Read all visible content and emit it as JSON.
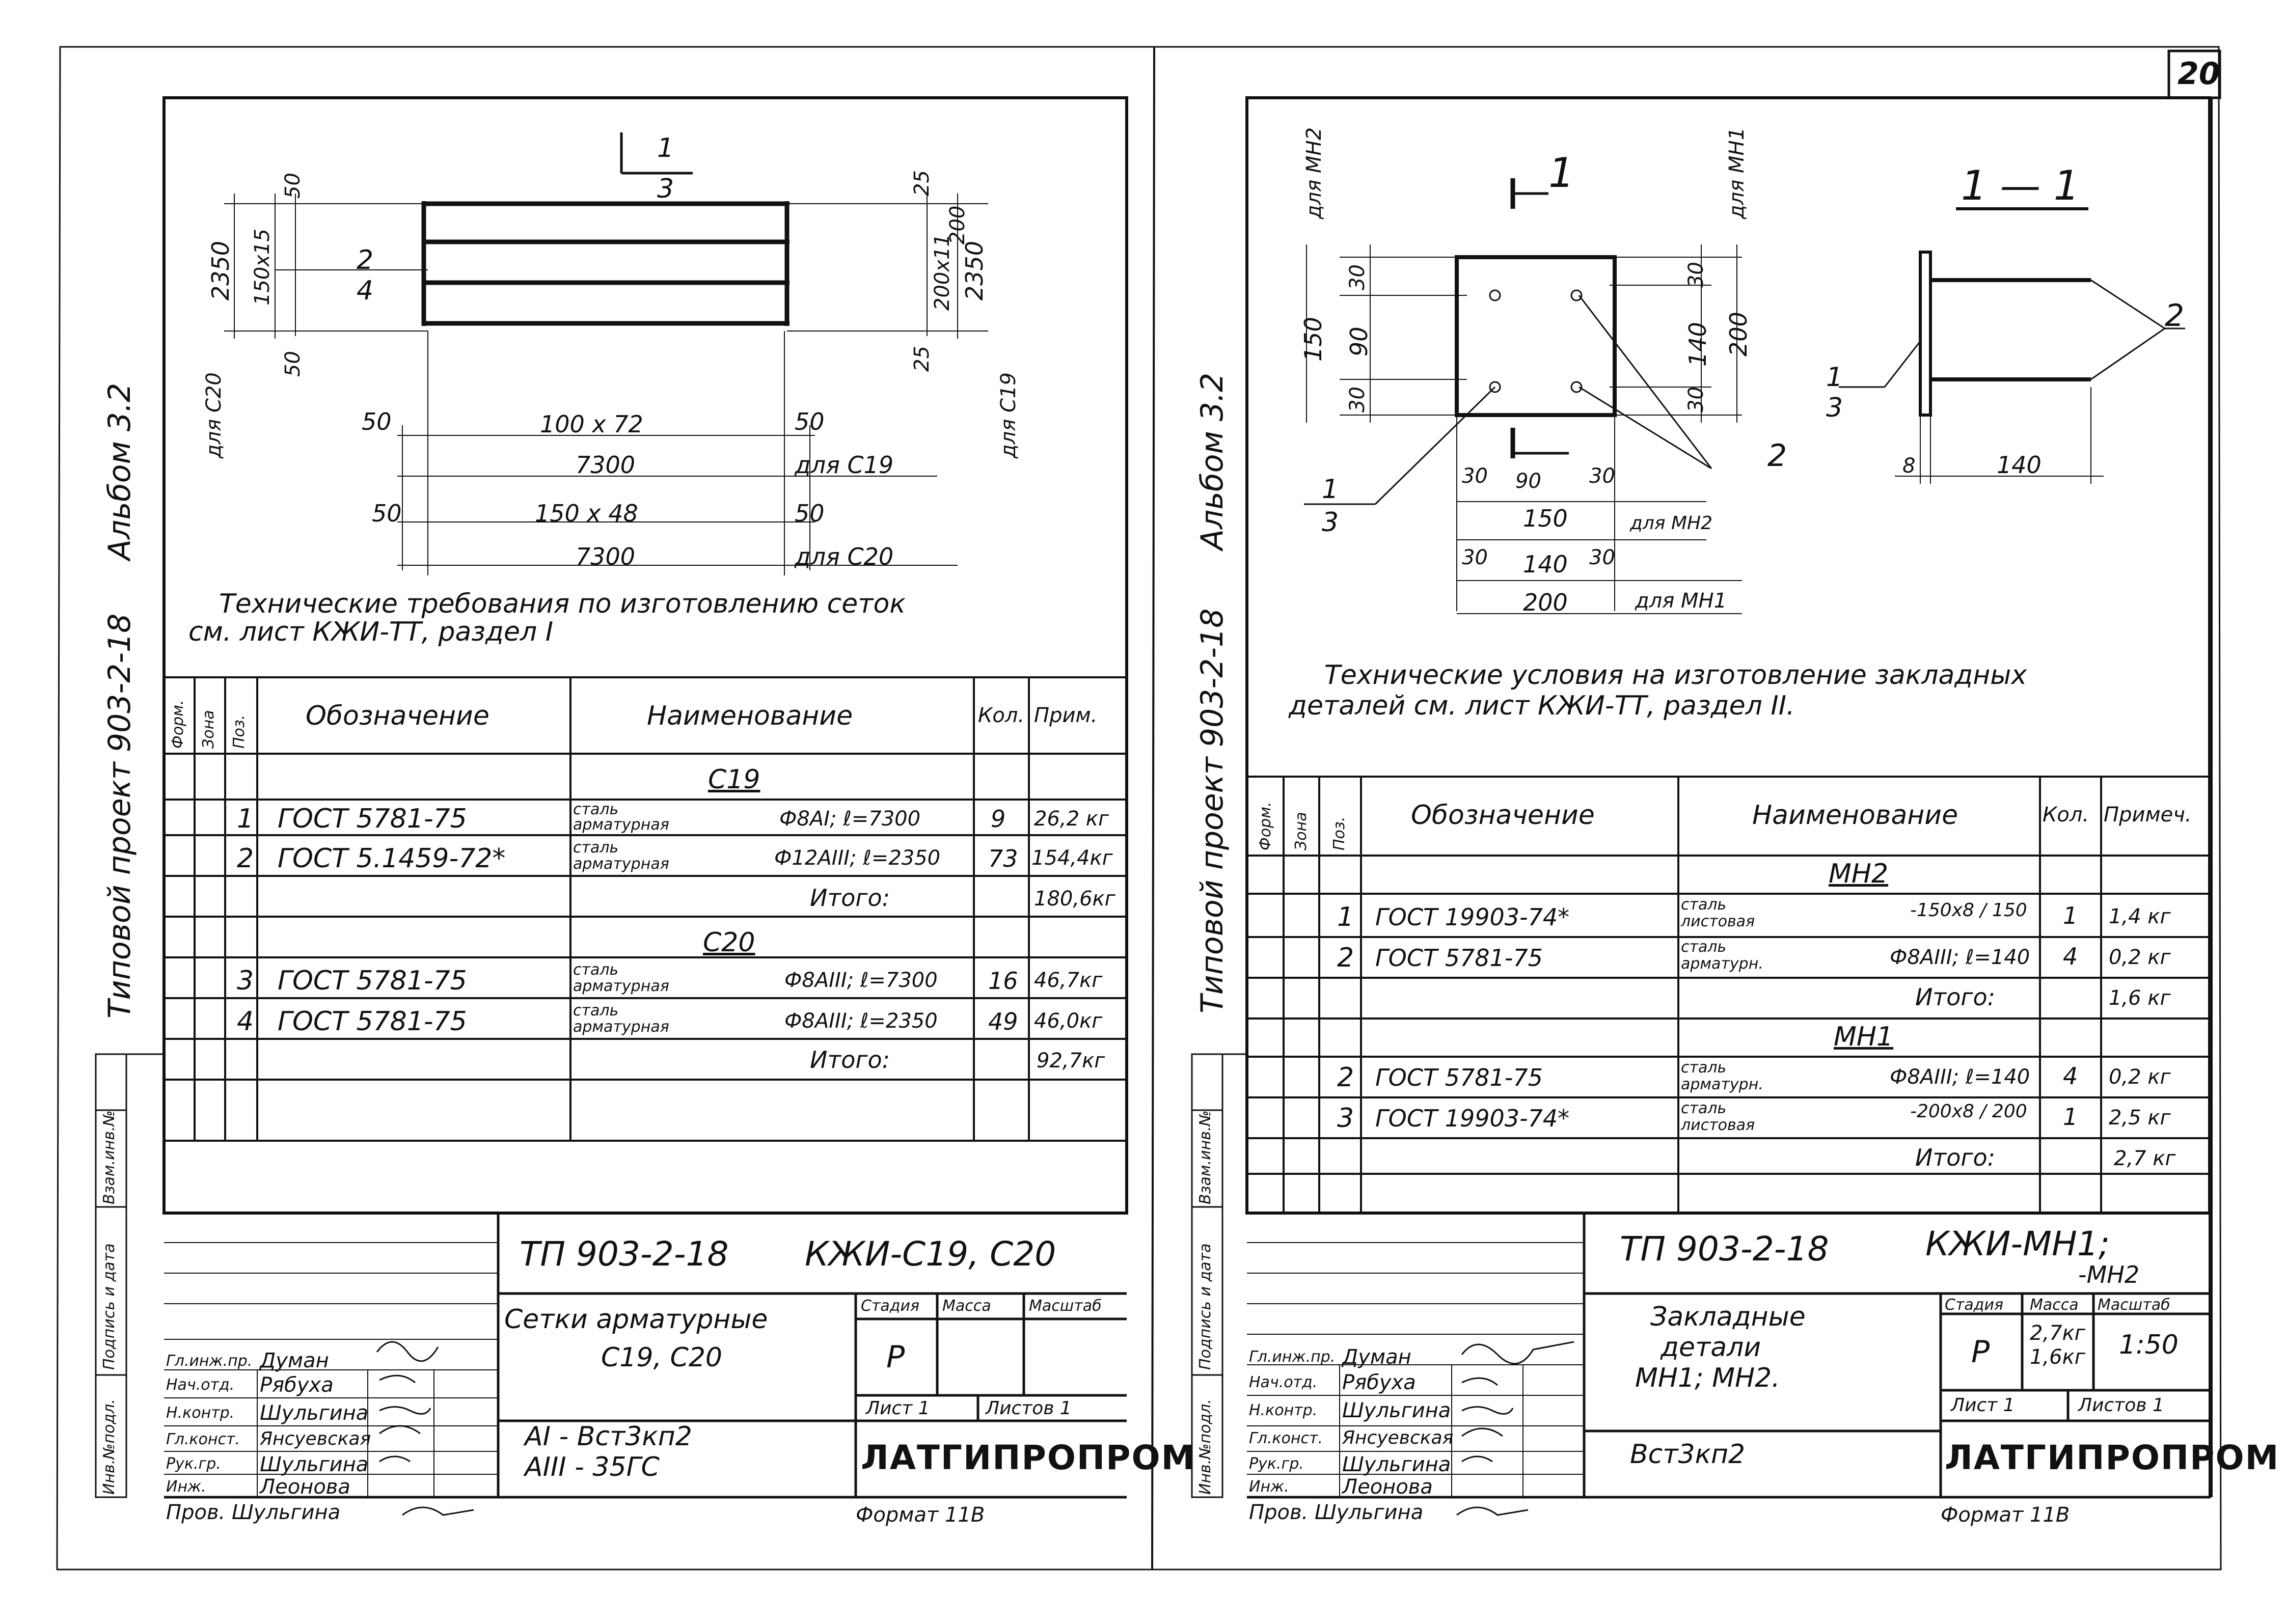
{
  "page_number": "20",
  "left": {
    "side_album": "Альбом 3.2",
    "side_project": "Типовой проект 903-2-18",
    "side_stamps": [
      "Инв.№подл.",
      "Подпись и дата",
      "Взам.инв.№"
    ],
    "drawing": {
      "section_mark_top": "1",
      "section_mark_bottom": "3",
      "pos_top": "2",
      "pos_bottom": "4",
      "dim_left_total": "2350",
      "dim_left_spacing": "150x15",
      "dim_left_top": "50",
      "dim_left_bottom": "50",
      "dim_right_total": "2350",
      "dim_right_spacing": "200x11",
      "dim_right_sub": "200",
      "dim_right_top": "25",
      "dim_right_bottom": "25",
      "for_c20": "для С20",
      "for_c19": "для С19",
      "row1_left": "50",
      "row1_mid": "100 x 72",
      "row1_right": "50",
      "row2_total": "7300",
      "row2_note": "для С19",
      "row3_left": "50",
      "row3_mid": "150 x 48",
      "row3_right": "50",
      "row4_total": "7300",
      "row4_note": "для С20"
    },
    "tech_req_line1": "Технические требования по изготовлению сеток",
    "tech_req_line2": "см. лист КЖИ-ТТ, раздел I",
    "table": {
      "headers": {
        "format": "Форм.",
        "zone": "Зона",
        "pos": "Поз.",
        "designation": "Обозначение",
        "name": "Наименование",
        "qty": "Кол.",
        "note": "Прим."
      },
      "groups": [
        {
          "title": "С19",
          "rows": [
            {
              "pos": "1",
              "designation": "ГОСТ 5781-75",
              "name1": "сталь",
              "name2": "арматурная",
              "spec": "Ф8АI; ℓ=7300",
              "qty": "9",
              "note": "26,2 кг"
            },
            {
              "pos": "2",
              "designation": "ГОСТ 5.1459-72*",
              "name1": "сталь",
              "name2": "арматурная",
              "spec": "Ф12АIII; ℓ=2350",
              "qty": "73",
              "note": "154,4кг"
            }
          ],
          "total_label": "Итого:",
          "total": "180,6кг"
        },
        {
          "title": "С20",
          "rows": [
            {
              "pos": "3",
              "designation": "ГОСТ 5781-75",
              "name1": "сталь",
              "name2": "арматурная",
              "spec": "Ф8АIII; ℓ=7300",
              "qty": "16",
              "note": "46,7кг"
            },
            {
              "pos": "4",
              "designation": "ГОСТ 5781-75",
              "name1": "сталь",
              "name2": "арматурная",
              "spec": "Ф8АIII; ℓ=2350",
              "qty": "49",
              "note": "46,0кг"
            }
          ],
          "total_label": "Итого:",
          "total": "92,7кг"
        }
      ]
    },
    "title_block": {
      "code": "ТП 903-2-18",
      "sheet_code": "КЖИ-С19, С20",
      "title_line1": "Сетки арматурные",
      "title_line2": "С19, С20",
      "stage_h": "Стадия",
      "mass_h": "Масса",
      "scale_h": "Масштаб",
      "stage": "Р",
      "sheet": "Лист 1",
      "sheets": "Листов 1",
      "material1": "АI - Вст3кп2",
      "material2": "АIII - 35ГС",
      "org": "ЛАТГИПРОПРОМ",
      "roles": [
        "Гл.инж.пр.",
        "Нач.отд.",
        "Н.контр.",
        "Гл.конст.",
        "Рук.гр.",
        "Инж."
      ],
      "names": [
        "Думан",
        "Рябуха",
        "Шульгина",
        "Янсуевская",
        "Шульгина",
        "Леонова"
      ],
      "checked": "Пров. Шульгина",
      "format": "Формат 11В"
    }
  },
  "right": {
    "side_album": "Альбом 3.2",
    "side_project": "Типовой проект 903-2-18",
    "side_stamps": [
      "Инв.№подл.",
      "Подпись и дата",
      "Взам.инв.№"
    ],
    "drawing": {
      "section_mark": "1",
      "section_title": "1 — 1",
      "for_mn2": "для МН2",
      "for_mn1": "для МН1",
      "dim_l_30a": "30",
      "dim_l_150": "150",
      "dim_l_90": "90",
      "dim_l_30b": "30",
      "dim_r_30a": "30",
      "dim_r_140": "140",
      "dim_r_200": "200",
      "dim_r_30b": "30",
      "pos2a": "2",
      "pos2b": "2",
      "pos1": "1",
      "pos3": "3",
      "bot_30a": "30",
      "bot_90": "90",
      "bot_30b": "30",
      "bot_150": "150",
      "bot_note_mn2": "для МН2",
      "bot_30c": "30",
      "bot_140": "140",
      "bot_30d": "30",
      "bot_200": "200",
      "bot_note_mn1": "для МН1",
      "sec_pos1": "1",
      "sec_pos3": "3",
      "sec_8": "8",
      "sec_140": "140"
    },
    "tech_req_line1": "Технические условия на изготовление закладных",
    "tech_req_line2": "деталей см. лист КЖИ-ТТ, раздел II.",
    "table": {
      "headers": {
        "format": "Форм.",
        "zone": "Зона",
        "pos": "Поз.",
        "designation": "Обозначение",
        "name": "Наименование",
        "qty": "Кол.",
        "note": "Примеч."
      },
      "groups": [
        {
          "title": "МН2",
          "rows": [
            {
              "pos": "1",
              "designation": "ГОСТ 19903-74*",
              "name1": "сталь",
              "name2": "листовая",
              "spec": "-150x8 / 150",
              "qty": "1",
              "note": "1,4 кг"
            },
            {
              "pos": "2",
              "designation": "ГОСТ 5781-75",
              "name1": "сталь",
              "name2": "арматурн.",
              "spec": "Ф8АIII; ℓ=140",
              "qty": "4",
              "note": "0,2 кг"
            }
          ],
          "total_label": "Итого:",
          "total": "1,6 кг"
        },
        {
          "title": "МН1",
          "rows": [
            {
              "pos": "2",
              "designation": "ГОСТ 5781-75",
              "name1": "сталь",
              "name2": "арматурн.",
              "spec": "Ф8АIII; ℓ=140",
              "qty": "4",
              "note": "0,2 кг"
            },
            {
              "pos": "3",
              "designation": "ГОСТ 19903-74*",
              "name1": "сталь",
              "name2": "листовая",
              "spec": "-200x8 / 200",
              "qty": "1",
              "note": "2,5 кг"
            }
          ],
          "total_label": "Итого:",
          "total": "2,7 кг"
        }
      ]
    },
    "title_block": {
      "code": "ТП 903-2-18",
      "sheet_code": "КЖИ-МН1;",
      "sheet_code2": "-МН2",
      "title_line1": "Закладные",
      "title_line2": "детали",
      "title_line3": "МН1; МН2.",
      "stage_h": "Стадия",
      "mass_h": "Масса",
      "scale_h": "Масштаб",
      "stage": "Р",
      "mass1": "2,7кг",
      "mass2": "1,6кг",
      "scale": "1:50",
      "sheet": "Лист 1",
      "sheets": "Листов 1",
      "material": "Вст3кп2",
      "org": "ЛАТГИПРОПРОМ",
      "roles": [
        "Гл.инж.пр.",
        "Нач.отд.",
        "Н.контр.",
        "Гл.конст.",
        "Рук.гр.",
        "Инж."
      ],
      "names": [
        "Думан",
        "Рябуха",
        "Шульгина",
        "Янсуевская",
        "Шульгина",
        "Леонова"
      ],
      "checked": "Пров. Шульгина",
      "format": "Формат 11В"
    }
  }
}
